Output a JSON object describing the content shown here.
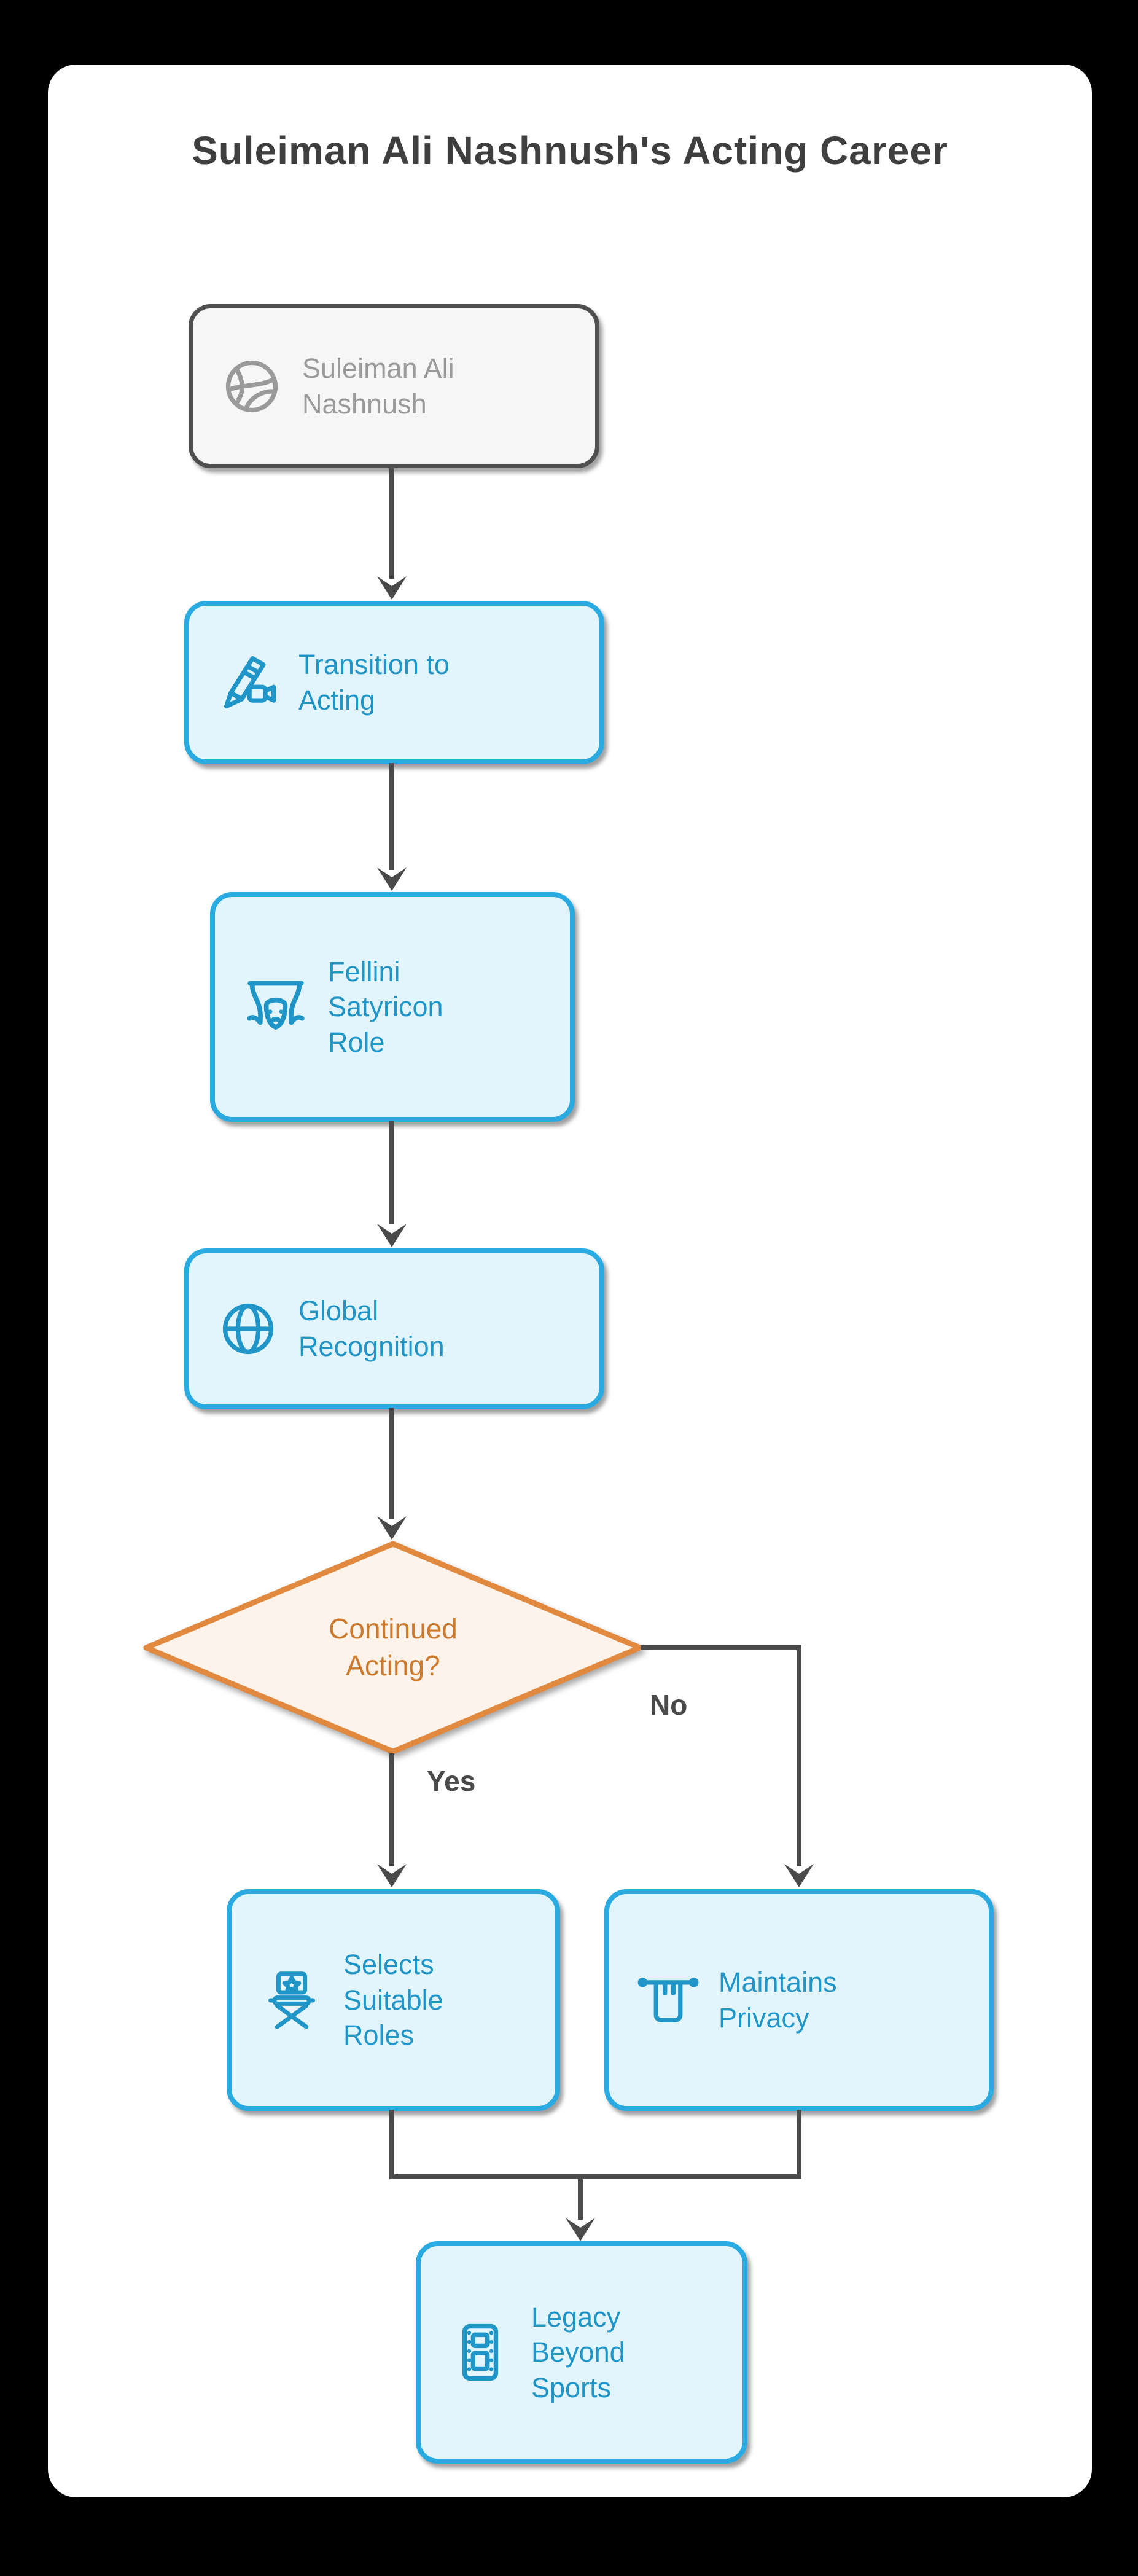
{
  "title": "Suleiman Ali Nashnush's Acting Career",
  "colors": {
    "page_background": "#000000",
    "canvas": "#ffffff",
    "blue_node_border": "#29abe2",
    "blue_node_fill": "#e3f5fc",
    "blue_node_text": "#1f95c8",
    "orange_node_border": "#e0893f",
    "orange_node_fill": "#fdf3ea",
    "orange_node_text": "#cc7a2e",
    "start_node_border": "#4f4f4f",
    "start_node_fill": "#f6f6f6",
    "start_node_text": "#9a9a9a",
    "connector_line": "#4a4a4a",
    "title_text": "#3f3f3f"
  },
  "flowchart": {
    "nodes": [
      {
        "id": "start",
        "label": "Suleiman Ali\nNashnush",
        "icon": "basketball-icon",
        "type": "start"
      },
      {
        "id": "transition",
        "label": "Transition to\nActing",
        "icon": "pencil-video-icon",
        "type": "process"
      },
      {
        "id": "fellini",
        "label": "Fellini\nSatyricon\nRole",
        "icon": "theater-curtain-icon",
        "type": "process"
      },
      {
        "id": "global",
        "label": "Global\nRecognition",
        "icon": "globe-icon",
        "type": "process"
      },
      {
        "id": "decision",
        "label": "Continued\nActing?",
        "icon": "",
        "type": "decision"
      },
      {
        "id": "roles",
        "label": "Selects\nSuitable\nRoles",
        "icon": "director-chair-icon",
        "type": "process"
      },
      {
        "id": "privacy",
        "label": "Maintains\nPrivacy",
        "icon": "curtain-icon",
        "type": "process"
      },
      {
        "id": "legacy",
        "label": "Legacy\nBeyond\nSports",
        "icon": "film-strip-icon",
        "type": "process"
      }
    ],
    "edge_labels": {
      "yes": "Yes",
      "no": "No"
    }
  }
}
